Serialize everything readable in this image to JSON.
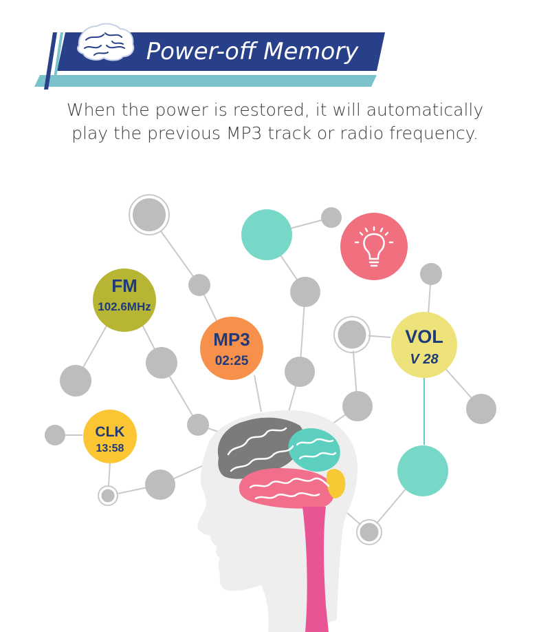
{
  "header": {
    "title": "Power-off Memory"
  },
  "description": {
    "line1": "When the power is restored, it will automatically",
    "line2": "play the previous MP3 track or radio frequency."
  },
  "nodes": {
    "fm": {
      "label": "FM",
      "value": "102.6MHz",
      "color": "#b6b534"
    },
    "mp3": {
      "label": "MP3",
      "value": "02:25",
      "color": "#f7904a"
    },
    "vol": {
      "label": "VOL",
      "value": "V 28",
      "color": "#ede37a"
    },
    "clk": {
      "label": "CLK",
      "value": "13:58",
      "color": "#fbc534"
    }
  },
  "colors": {
    "banner_dark": "#28408a",
    "banner_light": "#7bc3cc",
    "teal": "#78d8c8",
    "pink": "#f07080",
    "gray_node": "#bdbdbd",
    "brain_gray": "#7b7b7b",
    "brain_teal": "#5ccfbf",
    "brain_pink": "#f26f8c",
    "brain_yellow": "#f7c934",
    "spine_pink": "#e95594",
    "head_gray": "#eeeeee"
  },
  "icons": [
    "brain-icon",
    "lightbulb-icon"
  ]
}
